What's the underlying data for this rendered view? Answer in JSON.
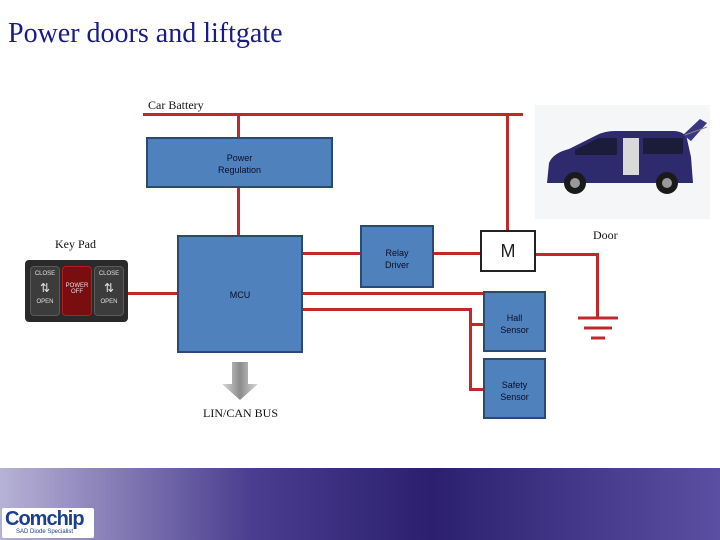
{
  "slide": {
    "title": "Power doors and liftgate"
  },
  "diagram": {
    "car_battery_label": "Car Battery",
    "key_pad_label": "Key Pad",
    "door_label": "Door",
    "lin_can_label": "LIN/CAN BUS",
    "blocks": {
      "power_regulation": [
        "Power",
        "Regulation"
      ],
      "mcu": "MCU",
      "relay_driver": [
        "Relay",
        "Driver"
      ],
      "hall_sensor": [
        "Hall",
        "Sensor"
      ],
      "safety_sensor": [
        "Safety",
        "Sensor"
      ]
    },
    "motor_label": "M"
  },
  "keypad": {
    "keys": [
      {
        "top": "CLOSE",
        "bottom": "OPEN"
      },
      {
        "top": "POWER",
        "bottom": "OFF"
      },
      {
        "top": "CLOSE",
        "bottom": "OPEN"
      }
    ]
  },
  "logo": {
    "name": "Comchip",
    "tagline": "SAD Diode Specialist"
  },
  "colors": {
    "wire": "#c0282c",
    "block_fill": "#4f81bd",
    "title": "#1a1a8c"
  }
}
